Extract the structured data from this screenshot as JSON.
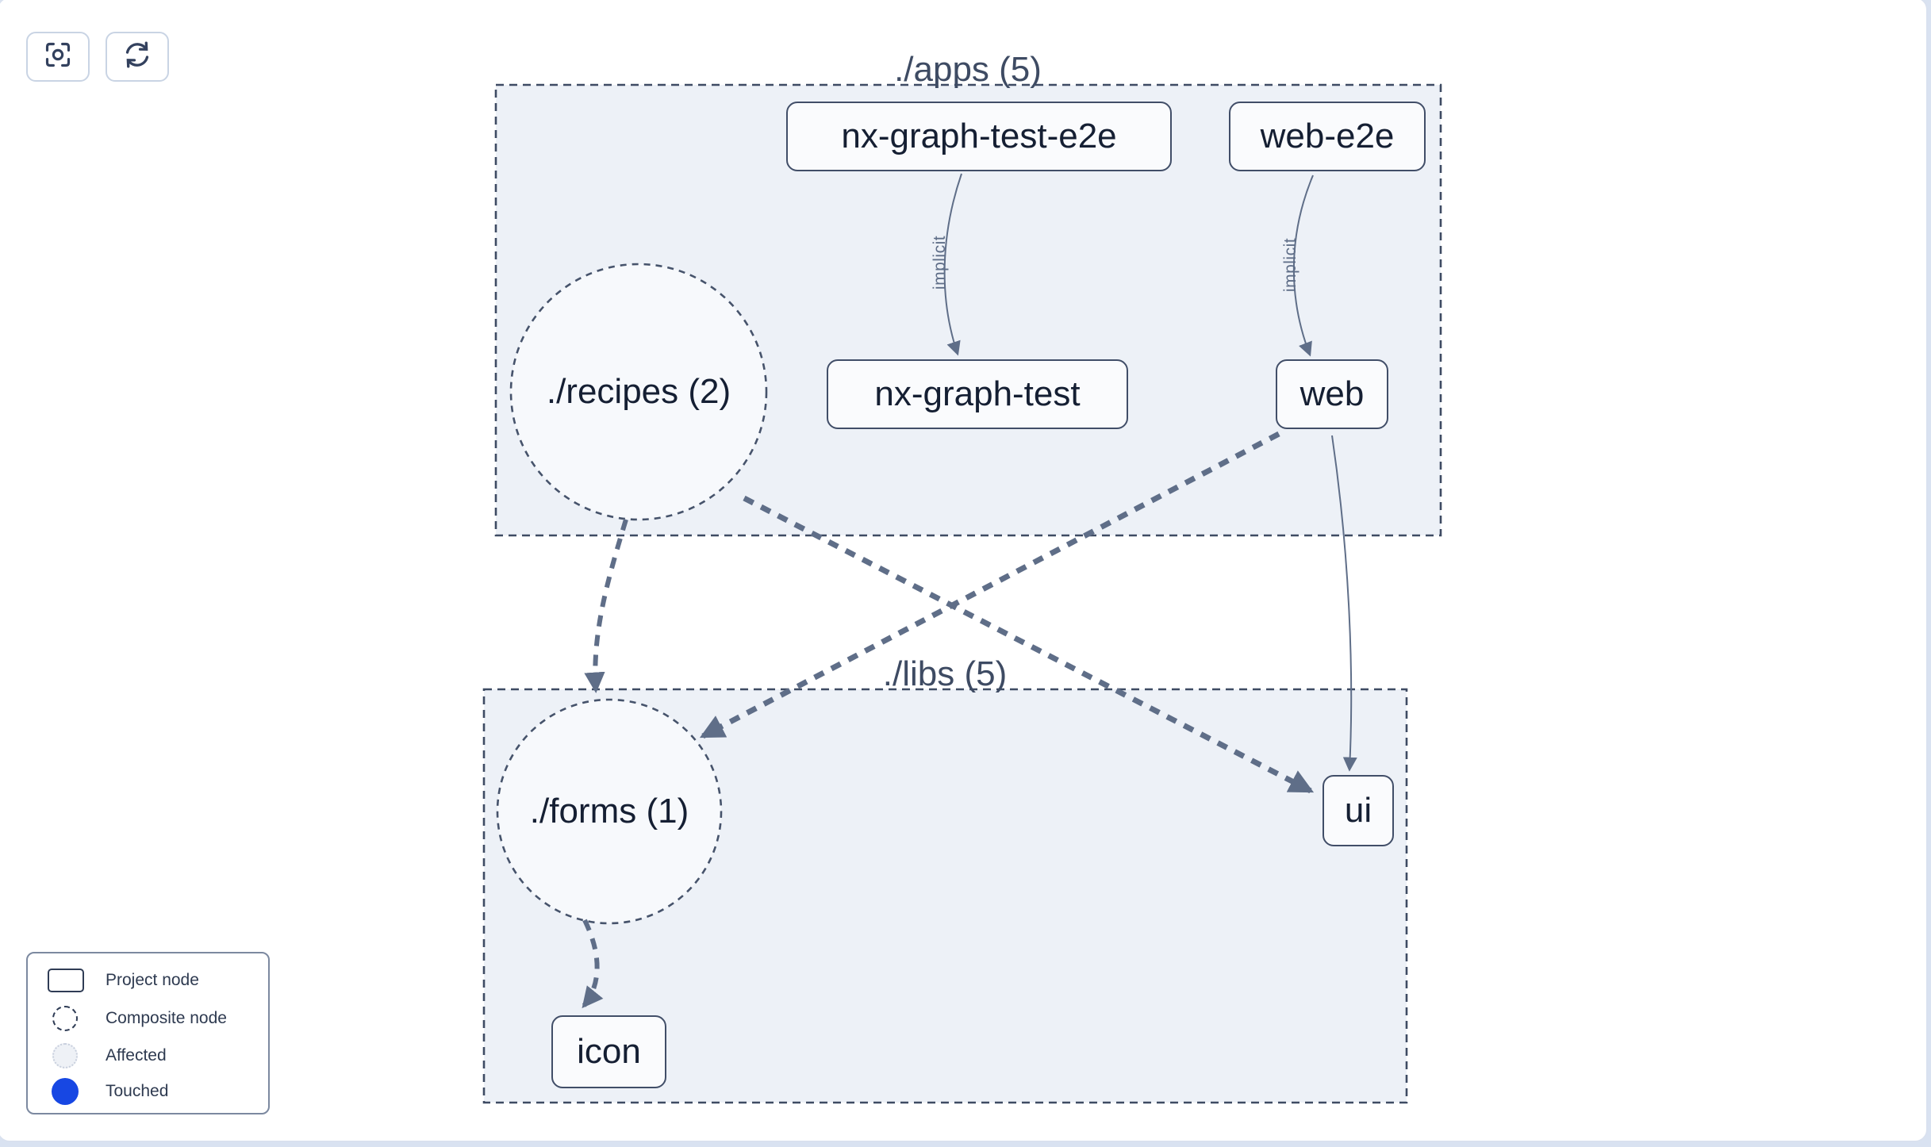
{
  "toolbar": {
    "buttons": [
      {
        "icon": "focus-icon"
      },
      {
        "icon": "refresh-icon"
      }
    ]
  },
  "graph": {
    "clusters": [
      {
        "id": "apps",
        "label": "./apps (5)"
      },
      {
        "id": "libs",
        "label": "./libs (5)"
      }
    ],
    "composites": [
      {
        "label": "./recipes (2)"
      },
      {
        "label": "./forms (1)"
      }
    ],
    "nodes": [
      {
        "label": "nx-graph-test-e2e"
      },
      {
        "label": "web-e2e"
      },
      {
        "label": "nx-graph-test"
      },
      {
        "label": "web"
      },
      {
        "label": "ui"
      },
      {
        "label": "icon"
      }
    ],
    "edges": [
      {
        "from": "nx-graph-test-e2e",
        "to": "nx-graph-test",
        "label": "implicit",
        "style": "solid"
      },
      {
        "from": "web-e2e",
        "to": "web",
        "label": "implicit",
        "style": "solid"
      },
      {
        "from": "./recipes (2)",
        "to": "./forms (1)",
        "label": "",
        "style": "dashed"
      },
      {
        "from": "./recipes (2)",
        "to": "ui",
        "label": "",
        "style": "dashed"
      },
      {
        "from": "web",
        "to": "./forms (1)",
        "label": "",
        "style": "dashed"
      },
      {
        "from": "web",
        "to": "ui",
        "label": "",
        "style": "solid"
      },
      {
        "from": "./forms (1)",
        "to": "icon",
        "label": "",
        "style": "dashed"
      }
    ]
  },
  "legend": {
    "items": [
      {
        "icon": "project-node-swatch",
        "label": "Project node"
      },
      {
        "icon": "composite-node-swatch",
        "label": "Composite node"
      },
      {
        "icon": "affected-swatch",
        "label": "Affected"
      },
      {
        "icon": "touched-swatch",
        "label": "Touched"
      }
    ]
  },
  "colors": {
    "touched": "#1747e3",
    "edge": "#5f6e88",
    "cluster-fill": "#edf1f7",
    "cluster-border": "#3e4b63",
    "composite-fill": "#f7f9fc",
    "node-fill": "#fafbfd",
    "node-border": "#414e68",
    "node-text": "#151f33",
    "title": "#3e4b63",
    "btn-border": "#c9d4e4",
    "legend-border": "#7c89a0",
    "card-border": "#d9e1ef",
    "icon": "#33415e"
  }
}
